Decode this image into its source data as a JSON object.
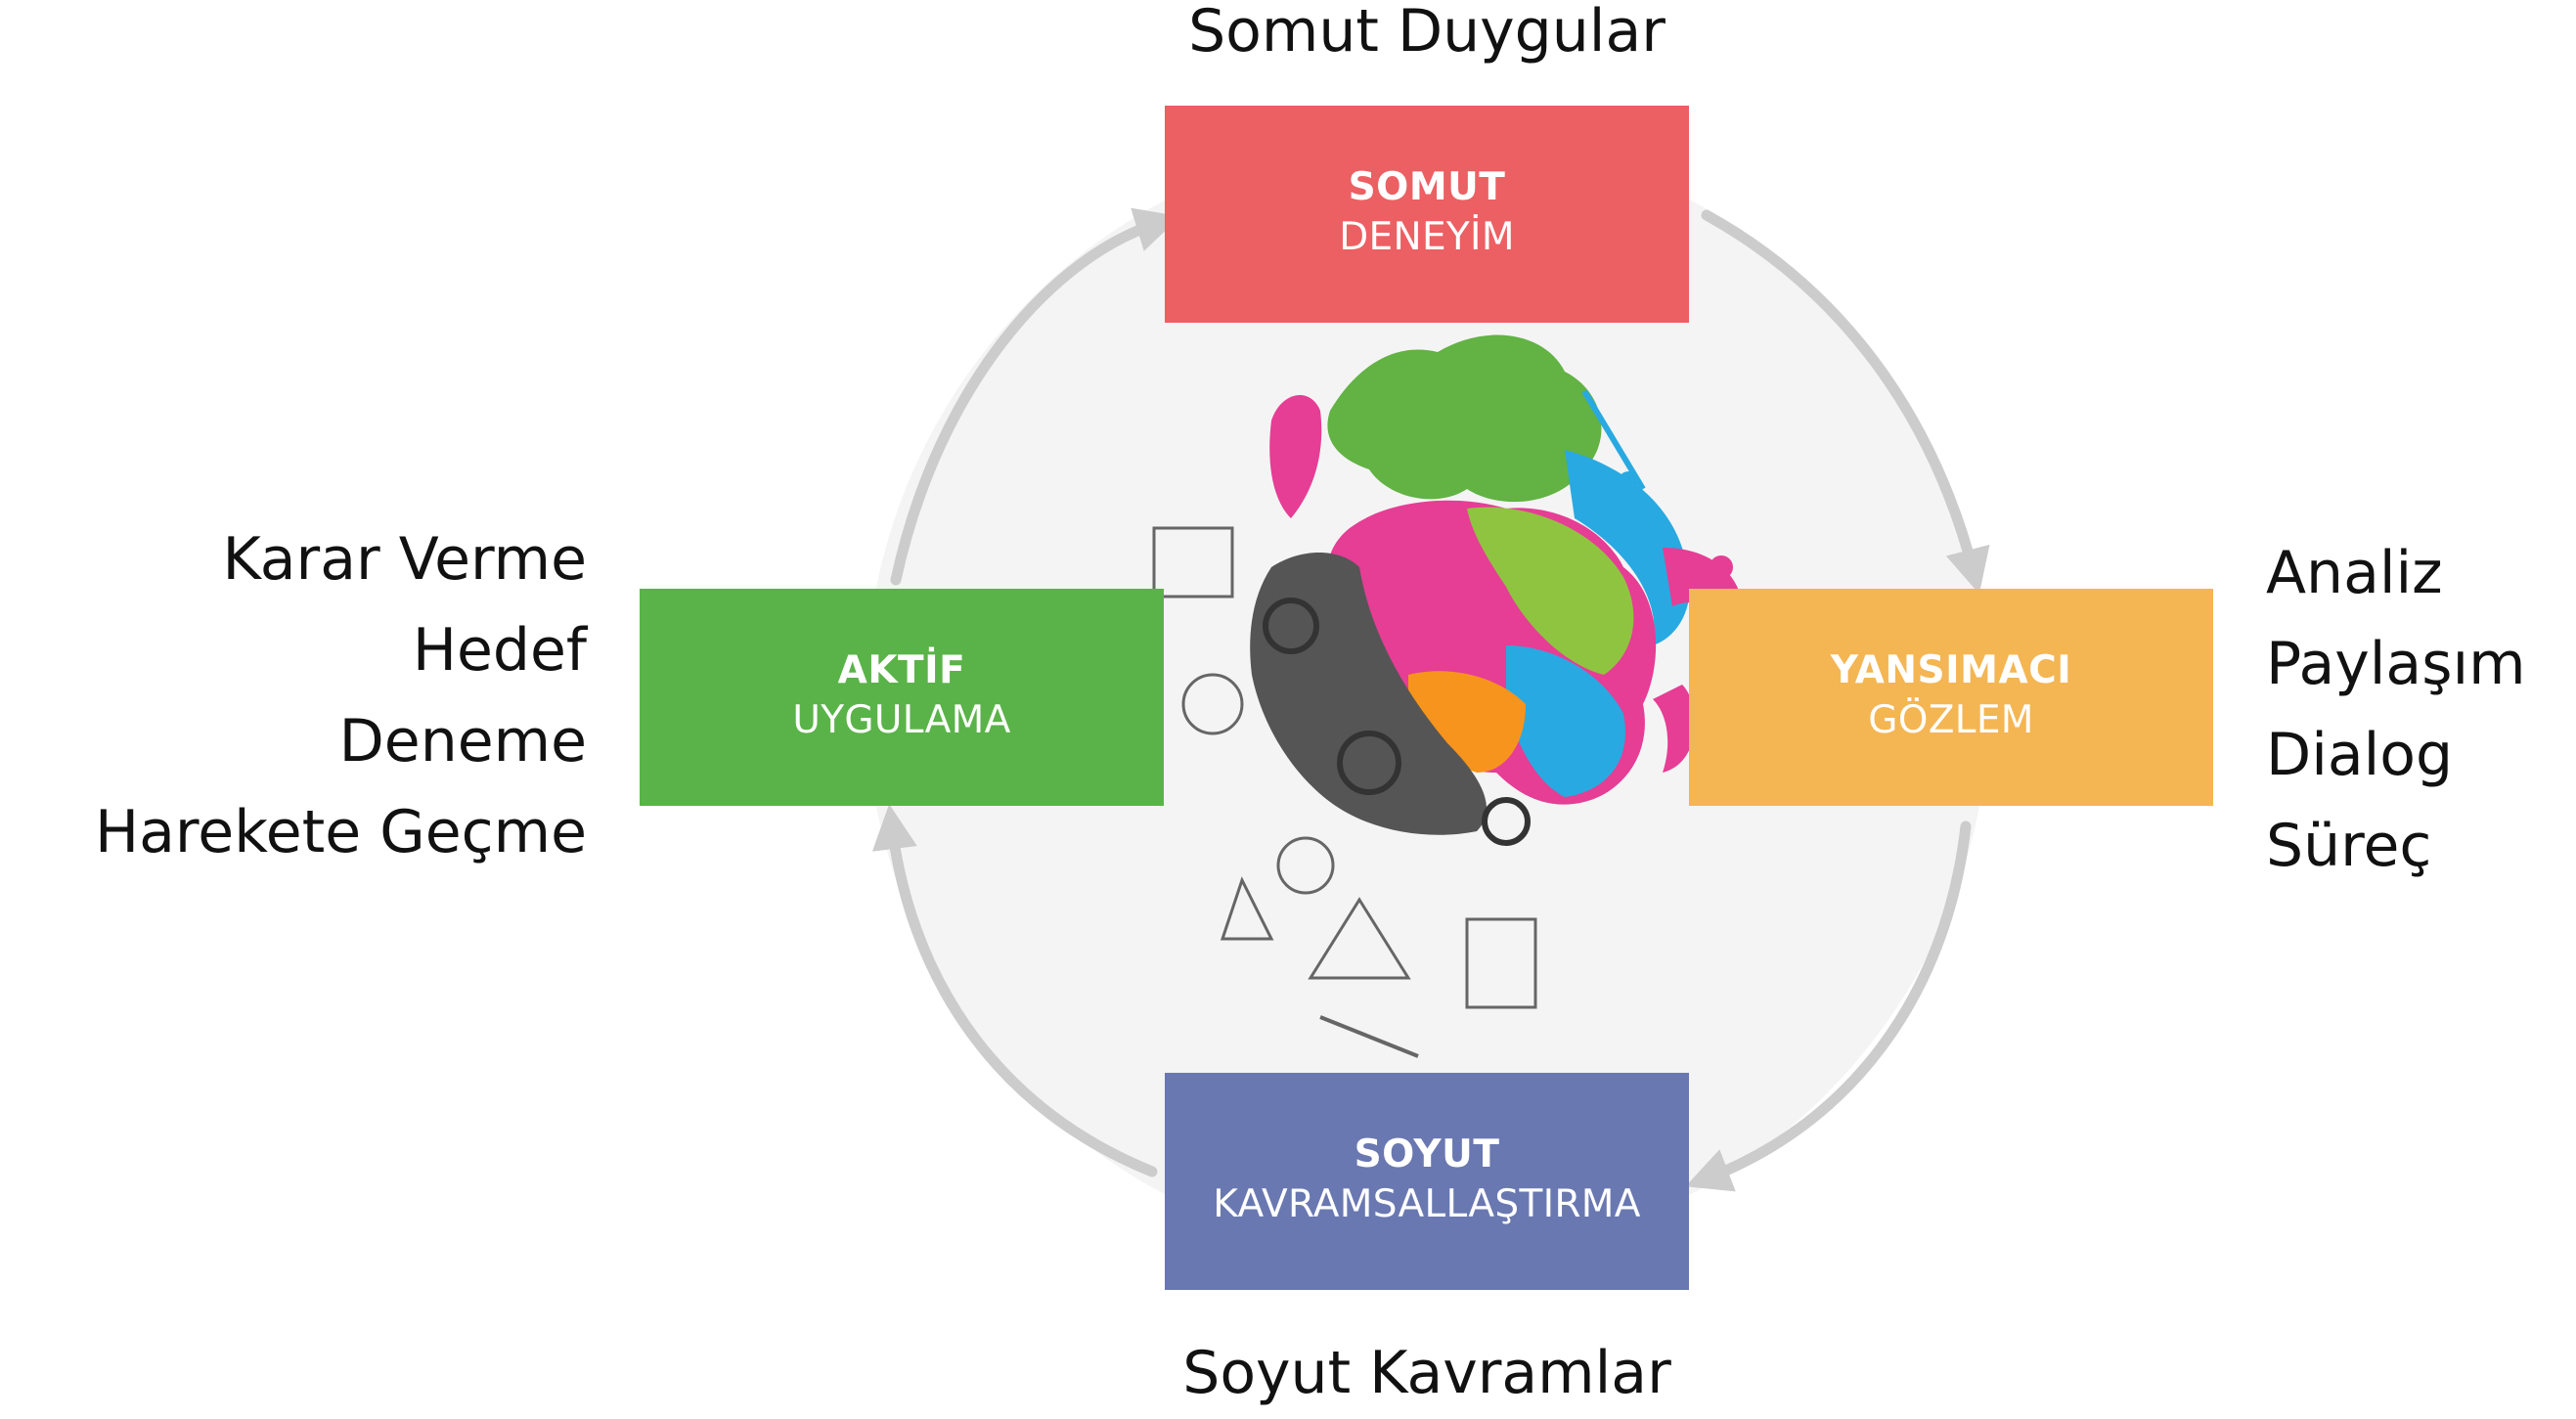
{
  "top_label": "Somut Duygular",
  "bottom_label": "Soyut Kavramlar",
  "left_list": [
    "Karar Verme",
    "Hedef",
    "Deneme",
    "Harekete Geçme"
  ],
  "right_list": [
    "Analiz",
    "Paylaşım",
    "Dialog",
    "Süreç"
  ],
  "boxes": {
    "top": {
      "title": "SOMUT",
      "subtitle": "DENEYİM",
      "color": "#ec5f63"
    },
    "right": {
      "title": "YANSIMACI",
      "subtitle": "GÖZLEM",
      "color": "#f4b553"
    },
    "bottom": {
      "title": "SOYUT",
      "subtitle": "KAVRAMSALLAŞTIRMA",
      "color": "#6a78b1"
    },
    "left": {
      "title": "AKTİF",
      "subtitle": "UYGULAMA",
      "color": "#5ab348"
    }
  },
  "colors": {
    "arrow": "#cccccc",
    "circle_fill": "#f4f4f4"
  },
  "center_image": "brain-illustration"
}
